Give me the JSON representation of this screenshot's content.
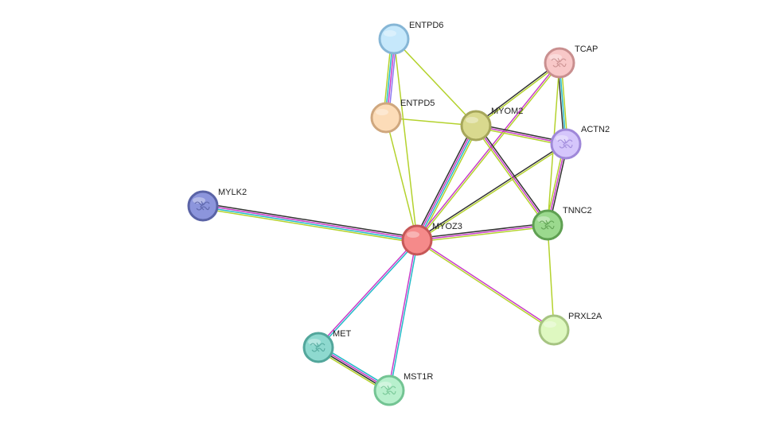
{
  "network": {
    "edge_colors": {
      "database": "#23b9c8",
      "experiments": "#c83cc8",
      "textmining": "#b4d22d",
      "coexpression": "#323232",
      "homology": "#8c78f0"
    },
    "nodes": [
      {
        "id": "ENTPD6",
        "label": "ENTPD6",
        "fill": "#c6e8fb",
        "stroke": "#86b6d6",
        "glyph": "none"
      },
      {
        "id": "TCAP",
        "label": "TCAP",
        "fill": "#f8c8c8",
        "stroke": "#c98f8f",
        "glyph": "protein-structure"
      },
      {
        "id": "ENTPD5",
        "label": "ENTPD5",
        "fill": "#fcdcb8",
        "stroke": "#cfa77e",
        "glyph": "none"
      },
      {
        "id": "MYOM2",
        "label": "MYOM2",
        "fill": "#d9d98e",
        "stroke": "#a6a65a",
        "glyph": "none"
      },
      {
        "id": "ACTN2",
        "label": "ACTN2",
        "fill": "#d5c6fb",
        "stroke": "#9f88d9",
        "glyph": "protein-structure"
      },
      {
        "id": "MYLK2",
        "label": "MYLK2",
        "fill": "#8c95dc",
        "stroke": "#5a63a6",
        "glyph": "protein-structure"
      },
      {
        "id": "TNNC2",
        "label": "TNNC2",
        "fill": "#9bd98e",
        "stroke": "#5fa052",
        "glyph": "protein-structure"
      },
      {
        "id": "MYOZ3",
        "label": "MYOZ3",
        "fill": "#f58a8a",
        "stroke": "#c65757",
        "glyph": "none"
      },
      {
        "id": "PRXL2A",
        "label": "PRXL2A",
        "fill": "#def8c0",
        "stroke": "#a6c482",
        "glyph": "none"
      },
      {
        "id": "MET",
        "label": "MET",
        "fill": "#8ed9cf",
        "stroke": "#52a69b",
        "glyph": "protein-structure"
      },
      {
        "id": "MST1R",
        "label": "MST1R",
        "fill": "#b8f0cd",
        "stroke": "#73c493",
        "glyph": "protein-structure"
      }
    ],
    "edges": [
      {
        "source": "MYOZ3",
        "target": "MYLK2",
        "evidence": [
          "textmining",
          "database",
          "experiments",
          "coexpression"
        ]
      },
      {
        "source": "MYOZ3",
        "target": "ENTPD6",
        "evidence": [
          "textmining"
        ]
      },
      {
        "source": "MYOZ3",
        "target": "ENTPD5",
        "evidence": [
          "textmining"
        ]
      },
      {
        "source": "MYOZ3",
        "target": "MYOM2",
        "evidence": [
          "coexpression",
          "experiments",
          "database",
          "textmining"
        ]
      },
      {
        "source": "MYOZ3",
        "target": "TCAP",
        "evidence": [
          "experiments",
          "textmining"
        ]
      },
      {
        "source": "MYOZ3",
        "target": "ACTN2",
        "evidence": [
          "coexpression",
          "textmining"
        ]
      },
      {
        "source": "MYOZ3",
        "target": "TNNC2",
        "evidence": [
          "coexpression",
          "experiments",
          "textmining"
        ]
      },
      {
        "source": "MYOZ3",
        "target": "PRXL2A",
        "evidence": [
          "experiments",
          "textmining"
        ]
      },
      {
        "source": "MYOZ3",
        "target": "MET",
        "evidence": [
          "database",
          "experiments"
        ]
      },
      {
        "source": "MYOZ3",
        "target": "MST1R",
        "evidence": [
          "database",
          "experiments"
        ]
      },
      {
        "source": "ENTPD6",
        "target": "ENTPD5",
        "evidence": [
          "homology",
          "experiments",
          "database",
          "textmining"
        ]
      },
      {
        "source": "ENTPD6",
        "target": "MYOM2",
        "evidence": [
          "textmining"
        ]
      },
      {
        "source": "ENTPD5",
        "target": "MYOM2",
        "evidence": [
          "textmining"
        ]
      },
      {
        "source": "MYOM2",
        "target": "TCAP",
        "evidence": [
          "coexpression",
          "textmining"
        ]
      },
      {
        "source": "MYOM2",
        "target": "ACTN2",
        "evidence": [
          "coexpression",
          "experiments",
          "textmining"
        ]
      },
      {
        "source": "MYOM2",
        "target": "TNNC2",
        "evidence": [
          "coexpression",
          "experiments",
          "textmining"
        ]
      },
      {
        "source": "TCAP",
        "target": "ACTN2",
        "evidence": [
          "textmining",
          "database",
          "coexpression"
        ]
      },
      {
        "source": "TCAP",
        "target": "TNNC2",
        "evidence": [
          "textmining"
        ]
      },
      {
        "source": "ACTN2",
        "target": "TNNC2",
        "evidence": [
          "coexpression",
          "experiments",
          "textmining"
        ]
      },
      {
        "source": "TNNC2",
        "target": "PRXL2A",
        "evidence": [
          "textmining"
        ]
      },
      {
        "source": "MET",
        "target": "MST1R",
        "evidence": [
          "database",
          "experiments",
          "coexpression",
          "textmining"
        ]
      }
    ]
  }
}
